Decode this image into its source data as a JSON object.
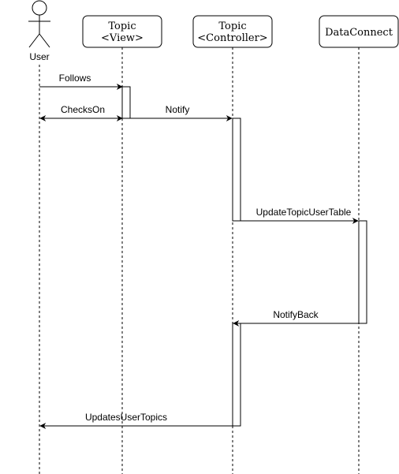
{
  "diagram": {
    "participants": [
      {
        "id": "user",
        "kind": "actor",
        "label": "User"
      },
      {
        "id": "view",
        "kind": "box",
        "label_line1": "Topic",
        "label_line2": "<View>"
      },
      {
        "id": "controller",
        "kind": "box",
        "label_line1": "Topic",
        "label_line2": "<Controller>"
      },
      {
        "id": "data",
        "kind": "box",
        "label_line1": "DataConnect",
        "label_line2": ""
      }
    ],
    "messages": [
      {
        "label": "Follows",
        "from": "user",
        "to": "view",
        "direction": "right"
      },
      {
        "label": "ChecksOn",
        "from": "view",
        "to": "user",
        "direction": "both"
      },
      {
        "label": "Notify",
        "from": "view",
        "to": "controller",
        "direction": "right"
      },
      {
        "label": "UpdateTopicUserTable",
        "from": "controller",
        "to": "data",
        "direction": "right"
      },
      {
        "label": "NotifyBack",
        "from": "data",
        "to": "controller",
        "direction": "left"
      },
      {
        "label": "UpdatesUserTopics",
        "from": "controller",
        "to": "user",
        "direction": "left"
      }
    ]
  }
}
